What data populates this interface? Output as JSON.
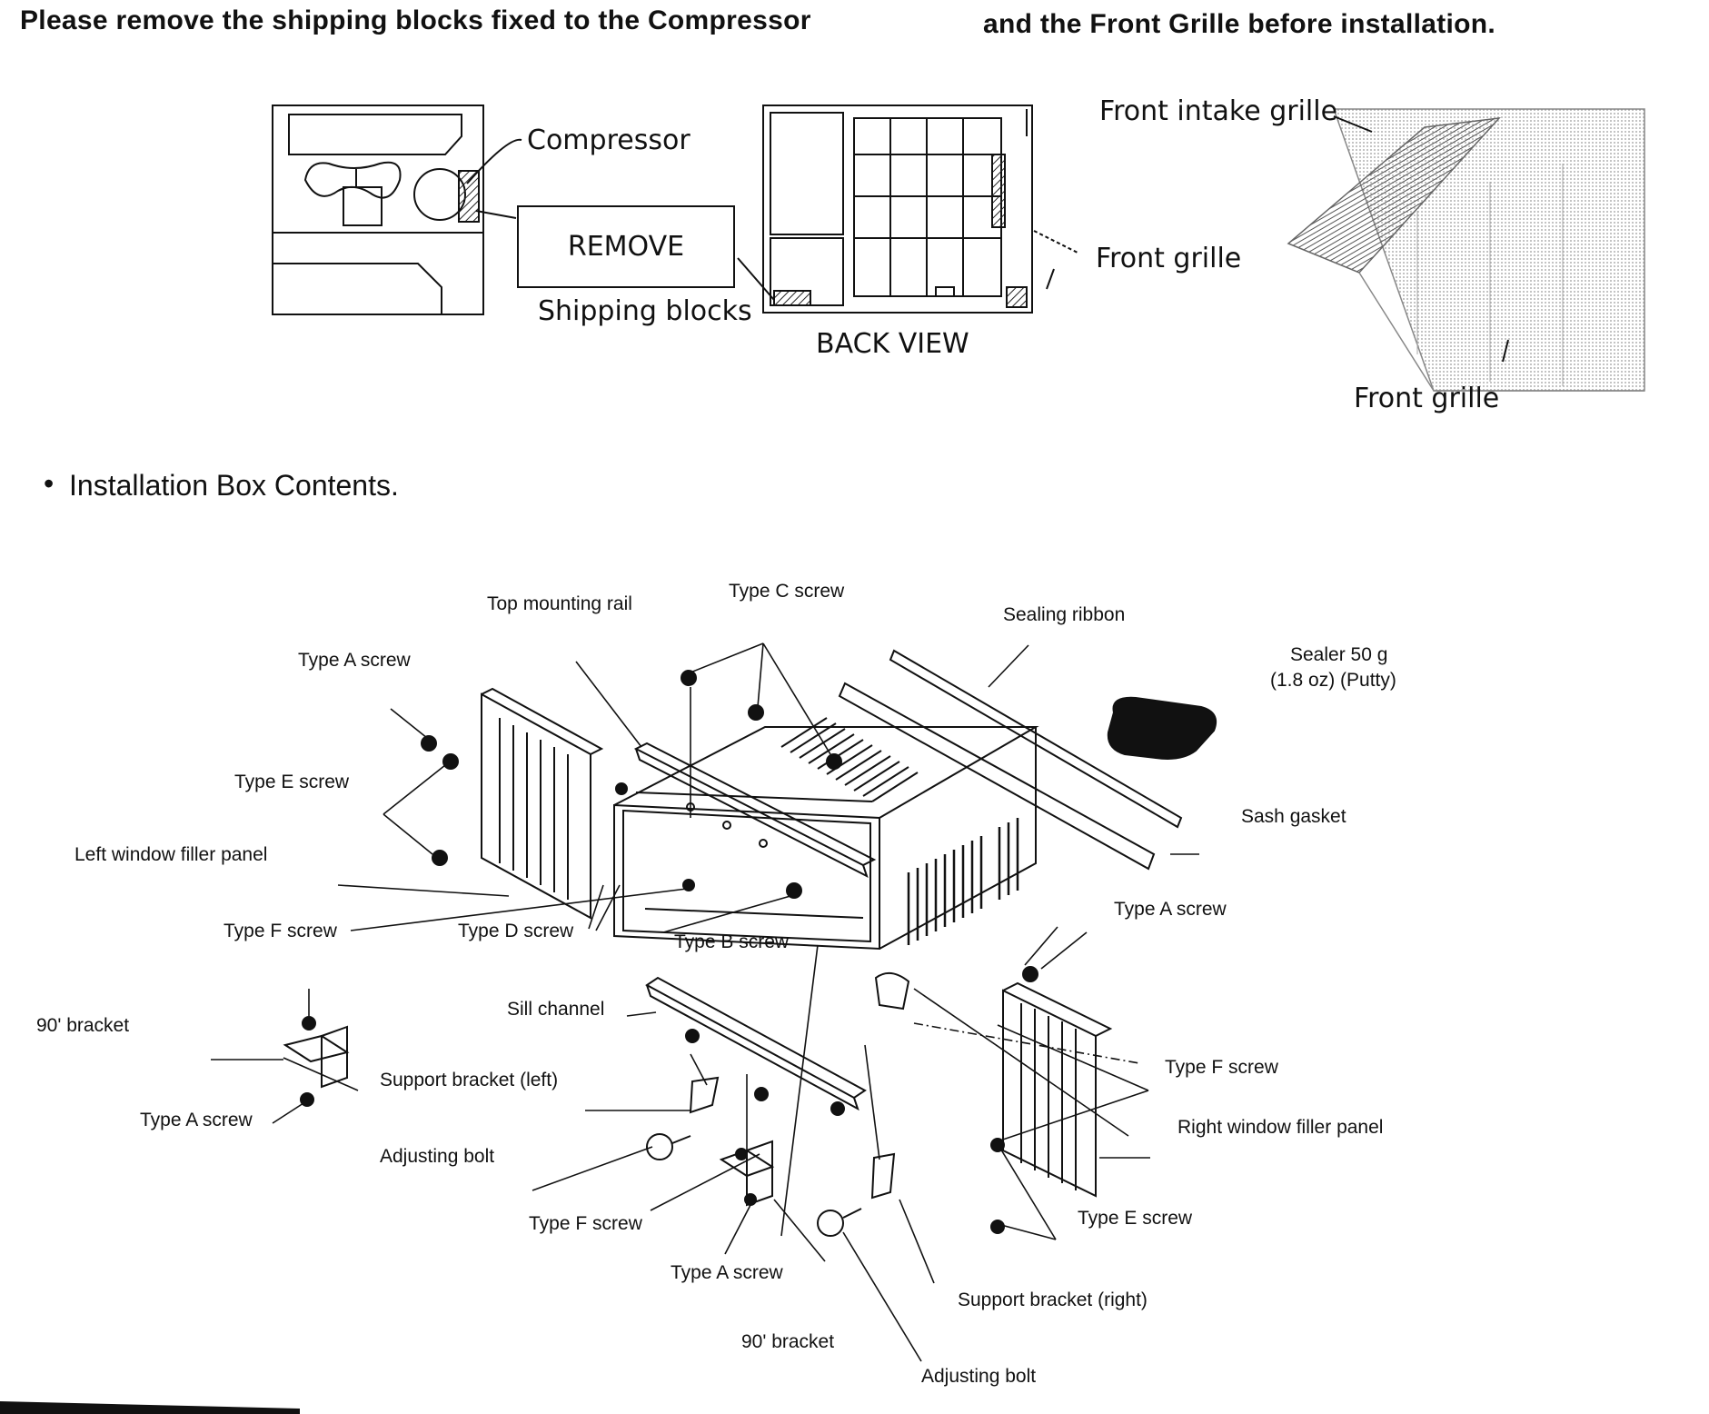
{
  "header": {
    "instruction_left": "Please remove the shipping blocks fixed to the Compressor",
    "instruction_right": "and the Front Grille before installation."
  },
  "top_diagrams": {
    "compressor": "Compressor",
    "remove": "REMOVE",
    "shipping_blocks": "Shipping blocks",
    "back_view": "BACK VIEW",
    "front_grille_side": "Front grille",
    "front_intake_grille": "Front intake grille",
    "front_grille_bottom": "Front grille"
  },
  "section": {
    "bullet": "•",
    "title": "Installation Box Contents."
  },
  "parts": {
    "top_mounting_rail": "Top mounting rail",
    "type_c_screw": "Type C screw",
    "sealing_ribbon": "Sealing ribbon",
    "sealer_line1": "Sealer 50 g",
    "sealer_line2": "(1.8 oz) (Putty)",
    "type_a_screw_top_left": "Type A screw",
    "type_e_screw_left": "Type E screw",
    "left_window_filler_panel": "Left window filler panel",
    "sash_gasket": "Sash gasket",
    "type_f_screw_left": "Type F screw",
    "type_d_screw": "Type D screw",
    "type_b_screw": "Type B screw",
    "type_a_screw_right": "Type A screw",
    "bracket_90_left": "90' bracket",
    "sill_channel": "Sill channel",
    "type_f_screw_right": "Type F screw",
    "support_bracket_left": "Support bracket (left)",
    "right_window_filler_panel": "Right window filler panel",
    "type_a_screw_bottom_left": "Type A screw",
    "adjusting_bolt_left": "Adjusting bolt",
    "type_e_screw_right": "Type E screw",
    "type_f_screw_bottom": "Type F screw",
    "type_a_screw_bottom": "Type A screw",
    "support_bracket_right": "Support bracket (right)",
    "bracket_90_bottom": "90' bracket",
    "adjusting_bolt_bottom": "Adjusting bolt"
  }
}
